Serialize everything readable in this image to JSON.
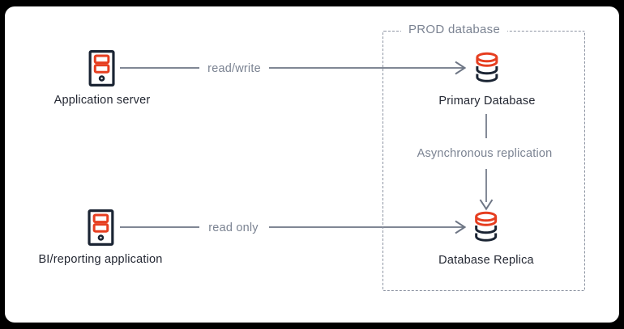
{
  "diagram": {
    "title_hint": "Database replication diagram",
    "group_box": {
      "title": "PROD database"
    },
    "nodes": {
      "app_server": {
        "label": "Application server",
        "icon": "server-icon"
      },
      "bi_app": {
        "label": "BI/reporting application",
        "icon": "server-icon"
      },
      "primary_db": {
        "label": "Primary Database",
        "icon": "database-icon"
      },
      "db_replica": {
        "label": "Database Replica",
        "icon": "database-icon"
      }
    },
    "edges": {
      "app_to_primary": {
        "label": "read/write",
        "from": "app_server",
        "to": "primary_db",
        "direction": "right"
      },
      "bi_to_replica": {
        "label": "read only",
        "from": "bi_app",
        "to": "db_replica",
        "direction": "right"
      },
      "primary_to_replica": {
        "label": "Asynchronous replication",
        "from": "primary_db",
        "to": "db_replica",
        "direction": "down"
      }
    },
    "colors": {
      "accent_red": "#e63e20",
      "icon_navy": "#1a2433",
      "connector_gray": "#6e7685",
      "gray_text": "#7b8392",
      "dark_text": "#242833",
      "box_dash_gray": "#8d94a2",
      "canvas_background": "#ffffff",
      "page_background": "#000000"
    }
  }
}
